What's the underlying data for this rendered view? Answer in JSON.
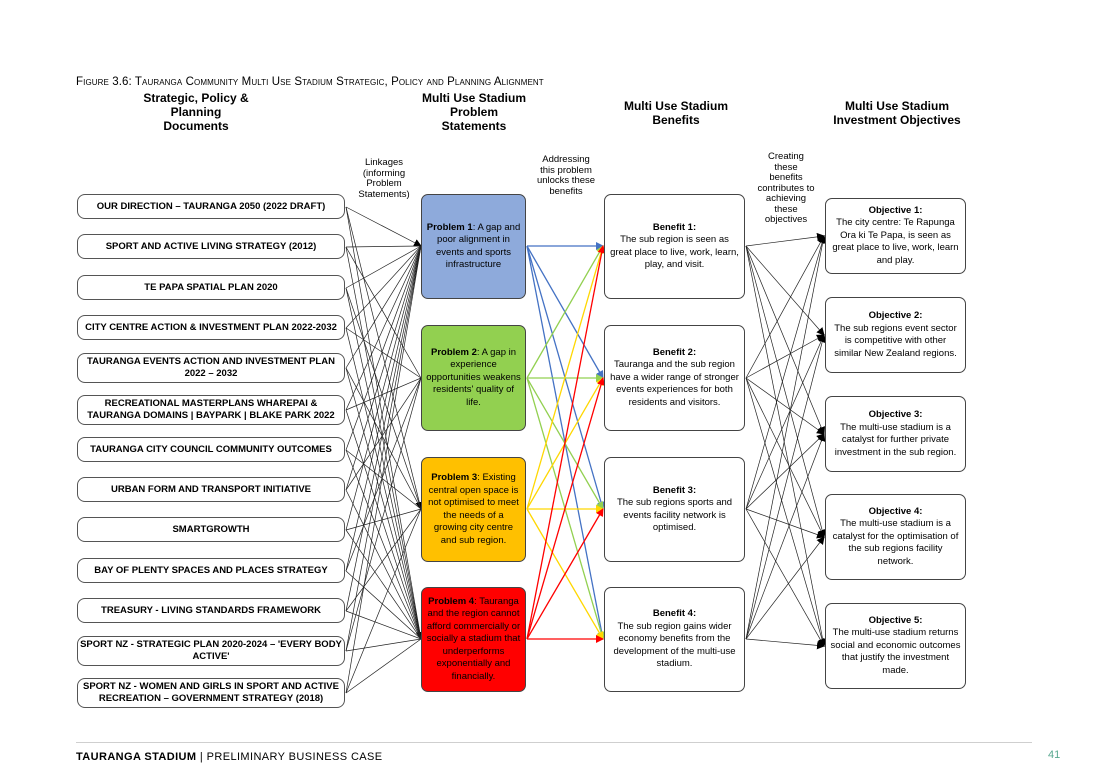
{
  "figure_title": "Figure 3.6: Tauranga Community Multi Use Stadium Strategic, Policy and Planning Alignment",
  "headers": {
    "documents": "Strategic, Policy & Planning Documents",
    "problems": "Multi Use Stadium Problem Statements",
    "benefits": "Multi Use Stadium Benefits",
    "objectives": "Multi Use Stadium Investment Objectives"
  },
  "connector_labels": {
    "linkages": "Linkages (informing Problem Statements)",
    "addressing": "Addressing this problem unlocks these benefits",
    "creating": "Creating these benefits contributes to achieving these objectives"
  },
  "documents": [
    "OUR DIRECTION – TAURANGA 2050 (2022 DRAFT)",
    "SPORT AND ACTIVE LIVING STRATEGY (2012)",
    "TE PAPA SPATIAL PLAN 2020",
    "CITY CENTRE ACTION & INVESTMENT PLAN 2022-2032",
    "TAURANGA EVENTS ACTION AND INVESTMENT PLAN 2022 – 2032",
    "RECREATIONAL MASTERPLANS WHAREPAI & TAURANGA DOMAINS | BAYPARK | BLAKE PARK 2022",
    "TAURANGA CITY COUNCIL COMMUNITY OUTCOMES",
    "URBAN FORM AND TRANSPORT INITIATIVE",
    "SMARTGROWTH",
    "BAY OF PLENTY SPACES AND PLACES STRATEGY",
    "TREASURY - LIVING STANDARDS FRAMEWORK",
    "SPORT NZ - STRATEGIC PLAN 2020-2024 – 'EVERY BODY ACTIVE'",
    "SPORT NZ - WOMEN AND GIRLS IN SPORT AND ACTIVE RECREATION – GOVERNMENT STRATEGY (2018)"
  ],
  "problems": [
    {
      "title": "Problem 1",
      "text": ": A gap and poor alignment in events and sports infrastructure",
      "color": "#8eaadb"
    },
    {
      "title": "Problem 2",
      "text": ": A gap in experience opportunities weakens residents' quality of life.",
      "color": "#92d050"
    },
    {
      "title": "Problem 3",
      "text": ": Existing central open space is not optimised to meet the needs of a growing city centre and sub region.",
      "color": "#ffc000"
    },
    {
      "title": "Problem 4",
      "text": ": Tauranga and the region cannot afford commercially or socially a stadium that underperforms exponentially and financially.",
      "color": "#ff0000"
    }
  ],
  "benefits": [
    {
      "title": "Benefit 1:",
      "text": "The sub region is seen as great place to live, work, learn, play, and visit."
    },
    {
      "title": "Benefit 2:",
      "text": "Tauranga and the sub region have a wider range of stronger events experiences for both residents and visitors."
    },
    {
      "title": "Benefit 3:",
      "text": "The sub regions sports and events facility network is optimised."
    },
    {
      "title": "Benefit 4:",
      "text": "The sub region gains wider economy benefits from the development of the multi-use stadium."
    }
  ],
  "objectives": [
    {
      "title": "Objective 1:",
      "text": "The city centre: Te Rapunga Ora ki Te Papa, is seen as great place to live, work, learn and play."
    },
    {
      "title": "Objective 2:",
      "text": "The sub regions event sector is competitive with other similar New Zealand regions."
    },
    {
      "title": "Objective 3:",
      "text": "The multi-use stadium is a catalyst for further private investment in the sub region."
    },
    {
      "title": "Objective 4:",
      "text": "The multi-use stadium is a catalyst for the optimisation of the sub regions facility network."
    },
    {
      "title": "Objective 5:",
      "text": "The multi-use stadium returns social and economic outcomes that justify the investment made."
    }
  ],
  "footer": {
    "bold": "TAURANGA STADIUM",
    "separator": " | ",
    "rest": "PRELIMINARY BUSINESS CASE",
    "page": "41"
  },
  "colors": {
    "p1_arrow": "#4472c4",
    "p2_arrow": "#92d050",
    "p3_arrow": "#ffd700",
    "p4_arrow": "#ff0000"
  }
}
